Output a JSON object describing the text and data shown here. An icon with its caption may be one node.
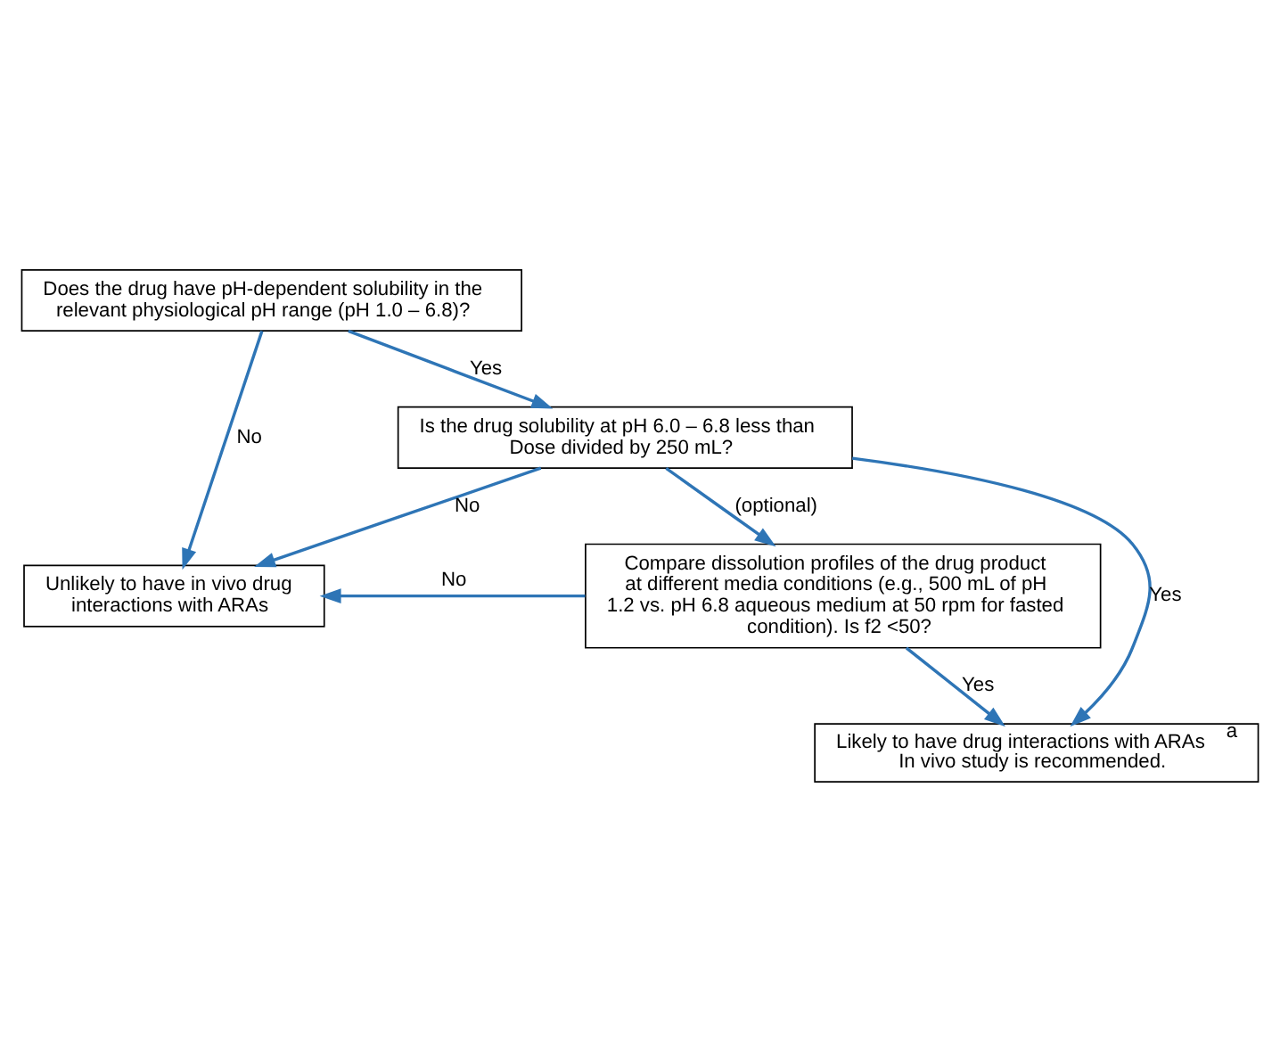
{
  "diagram": {
    "nodes": [
      {
        "text": [
          "Does the drug have pH-dependent solubility in the relevant physiological pH range (pH 1.0 – 6.8)?"
        ]
      },
      {
        "text": [
          "Is the drug solubility at pH 6.0 – 6.8 less than Dose divided by 250 mL?"
        ]
      },
      {
        "text": [
          "Unlikely to have in vivo drug interactions with ARAs"
        ]
      },
      {
        "text": [
          "Compare dissolution profiles of the drug product at different media conditions (e.g., 500 mL of pH 1.2 vs. pH 6.8 aqueous medium at 50 rpm for fasted condition). Is f2 <50?"
        ]
      },
      {
        "text": [
          "Likely to have drug interactions with ARAs $^{a}$",
          "In vivo study is recommended."
        ]
      }
    ],
    "edges": [
      {
        "from": 0,
        "to": 1,
        "arrow": "to",
        "label": "Yes"
      },
      {
        "from": 0,
        "to": 2,
        "arrow": "to",
        "label": "No"
      },
      {
        "from": 1,
        "to": 2,
        "arrow": "to",
        "label": "No"
      },
      {
        "from": 1,
        "to": 3,
        "arrow": "to",
        "label": "(optional)"
      },
      {
        "from": 1,
        "to": 4,
        "arrow": "to",
        "label": "Yes"
      },
      {
        "from": 3,
        "to": 2,
        "arrow": "to",
        "label": "No"
      },
      {
        "from": 3,
        "to": 4,
        "arrow": "to",
        "label": "Yes"
      }
    ]
  }
}
